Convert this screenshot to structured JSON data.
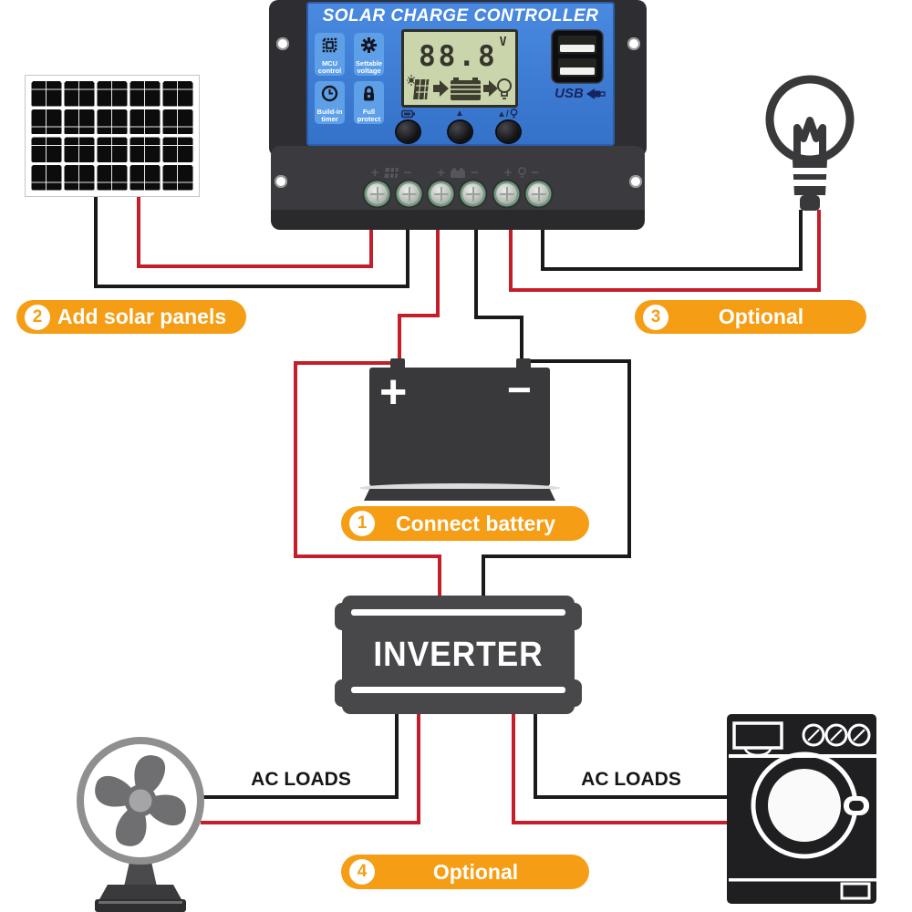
{
  "colors": {
    "accent_orange": "#F59E15",
    "wire_red": "#c41e2b",
    "wire_black": "#1a1a1c",
    "controller_blue": "#3d7ed6",
    "badge_blue": "#5da0e8",
    "lcd_green": "#cbd5ac"
  },
  "steps": [
    {
      "number": "1",
      "label": "Connect battery"
    },
    {
      "number": "2",
      "label": "Add solar panels"
    },
    {
      "number": "3",
      "label": "Optional"
    },
    {
      "number": "4",
      "label": "Optional"
    }
  ],
  "controller": {
    "title": "SOLAR CHARGE CONTROLLER",
    "badges": [
      {
        "icon": "chip-icon",
        "label": "MCU\ncontrol"
      },
      {
        "icon": "gear-icon",
        "label": "Settable\nvoltage"
      },
      {
        "icon": "clock-icon",
        "label": "Build-in\ntimer"
      },
      {
        "icon": "lock-icon",
        "label": "Full\nprotect"
      }
    ],
    "lcd": {
      "value": "88.8",
      "unit": "V",
      "flow_icons": [
        "solar-panel",
        "arrow-right",
        "battery",
        "arrow-right",
        "bulb"
      ]
    },
    "usb": {
      "label": "USB",
      "ports": 2
    },
    "buttons": [
      {
        "icon": "battery-icon",
        "glyph": ""
      },
      {
        "icon": "up-arrow",
        "glyph": "▲"
      },
      {
        "icon": "up-arrow-bulb",
        "glyph": "▲/"
      }
    ],
    "terminals": {
      "plus": "+",
      "minus": "−",
      "groups": [
        "solar",
        "battery",
        "load"
      ]
    }
  },
  "battery": {
    "plus": "+",
    "minus": "−"
  },
  "inverter": {
    "label": "INVERTER"
  },
  "annotations": {
    "ac_loads_left": "AC LOADS",
    "ac_loads_right": "AC LOADS"
  }
}
